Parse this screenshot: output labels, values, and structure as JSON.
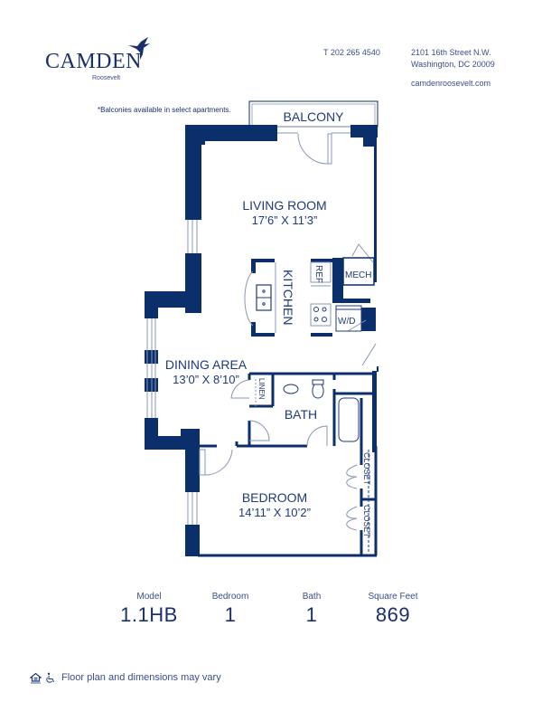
{
  "brand": {
    "name": "CAMDEN",
    "community": "Roosevelt",
    "icon": "hummingbird-icon"
  },
  "contact": {
    "phone": "T 202 265 4540",
    "address_line1": "2101 16th Street N.W.",
    "address_line2": "Washington, DC 20009",
    "website": "camdenroosevelt.com"
  },
  "note": "*Balconies available in select apartments.",
  "rooms": {
    "balcony": {
      "label": "BALCONY"
    },
    "living_room": {
      "label": "LIVING ROOM",
      "dimensions": "17’6” X 11’3”"
    },
    "kitchen": {
      "label": "KITCHEN"
    },
    "ref": {
      "label": "REF"
    },
    "mech": {
      "label": "MECH"
    },
    "wd": {
      "label": "W/D"
    },
    "dining_area": {
      "label": "DINING AREA",
      "dimensions": "13’0” X 8’10”"
    },
    "linen": {
      "label": "LINEN"
    },
    "bath": {
      "label": "BATH"
    },
    "bedroom": {
      "label": "BEDROOM",
      "dimensions": "14’11” X 10’2”"
    },
    "closet_1": {
      "label": "CLOSET"
    },
    "closet_2": {
      "label": "CLOSET"
    }
  },
  "stats": {
    "model": {
      "label": "Model",
      "value": "1.1HB"
    },
    "bedroom": {
      "label": "Bedroom",
      "value": "1"
    },
    "bath": {
      "label": "Bath",
      "value": "1"
    },
    "square_feet": {
      "label": "Square Feet",
      "value": "869"
    }
  },
  "footer": {
    "icons": [
      "equal-housing-icon",
      "wheelchair-accessible-icon"
    ],
    "disclaimer": "Floor plan and dimensions may vary"
  },
  "colors": {
    "wall": "#0b2f6b",
    "text": "#1f3a7a",
    "light_line": "#8a97b8"
  }
}
